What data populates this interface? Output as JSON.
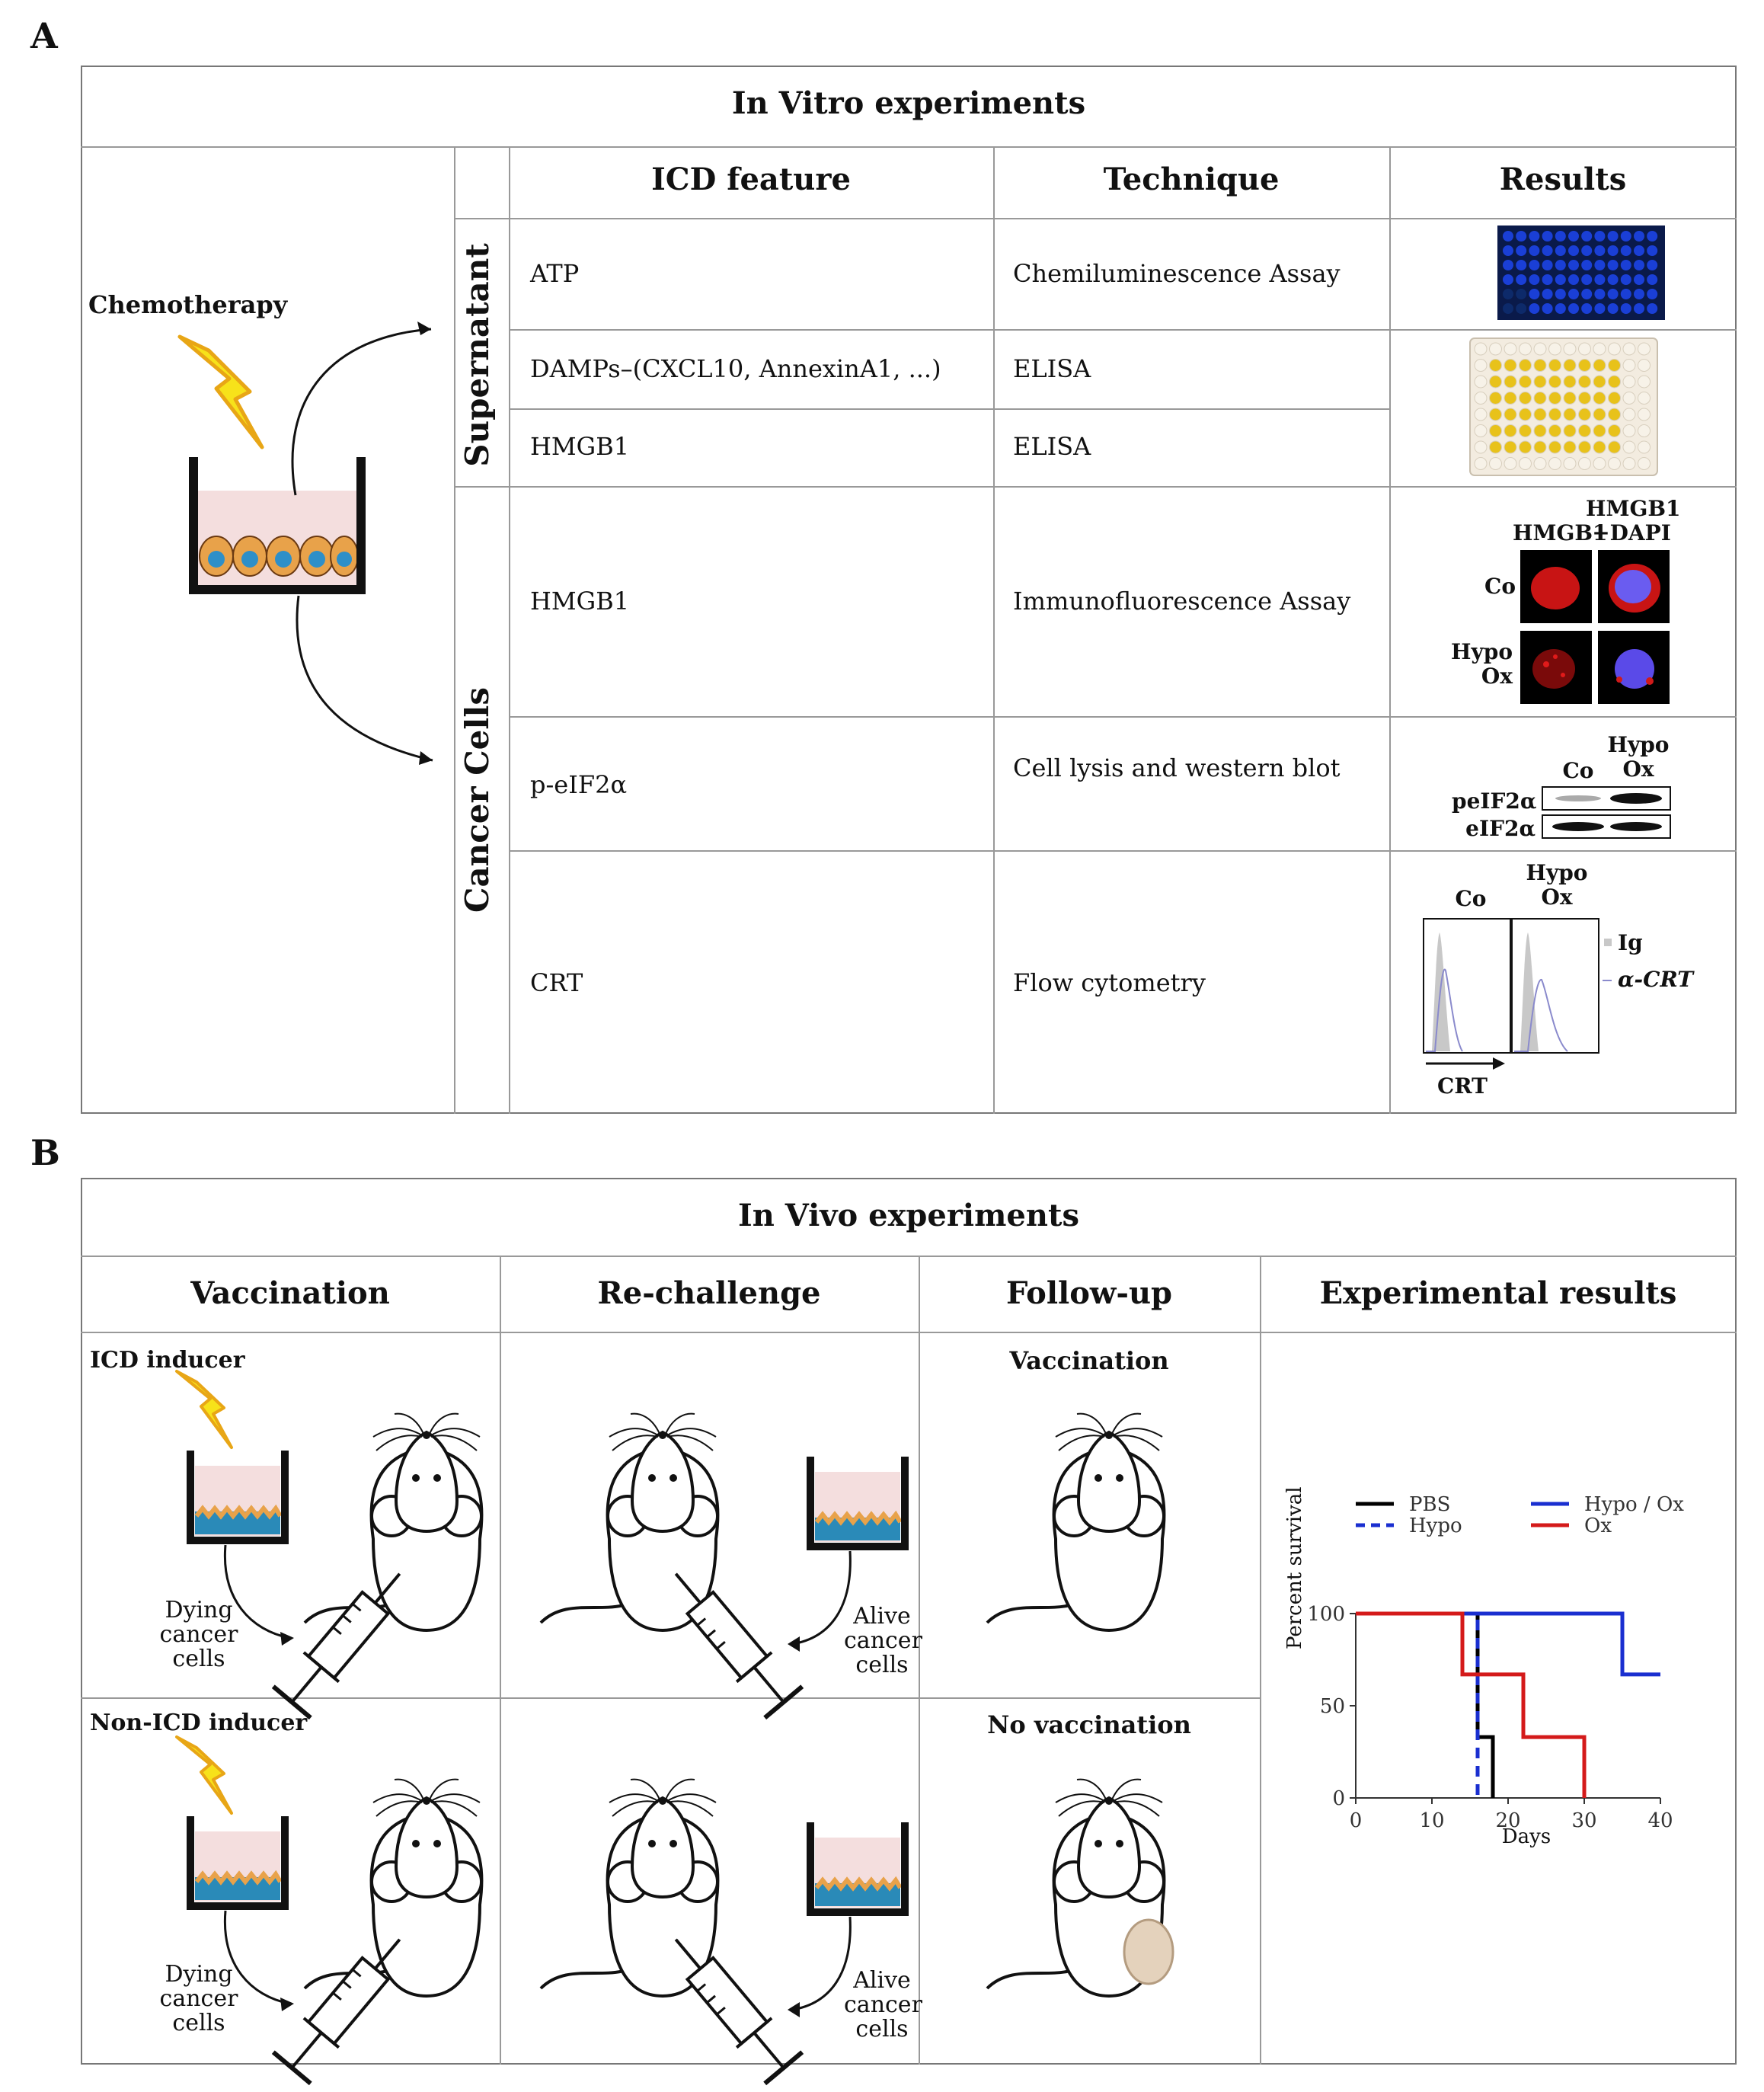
{
  "panel_a": {
    "letter": "A",
    "title": "In Vitro experiments",
    "chemotherapy_label": "Chemotherapy",
    "headers": {
      "feature": "ICD feature",
      "technique": "Technique",
      "results": "Results"
    },
    "groups": {
      "supernatant": "Supernatant",
      "cancer_cells": "Cancer Cells"
    },
    "rows": [
      {
        "feature": "ATP",
        "technique": "Chemiluminescence Assay"
      },
      {
        "feature": "DAMPs–(CXCL10, AnnexinA1, ...)",
        "technique": "ELISA"
      },
      {
        "feature": "HMGB1",
        "technique": "ELISA"
      },
      {
        "feature": "HMGB1",
        "technique": "Immunofluorescence Assay"
      },
      {
        "feature": "p-eIF2α",
        "technique": "Cell lysis and western blot"
      },
      {
        "feature": "CRT",
        "technique": "Flow cytometry"
      }
    ],
    "if_result": {
      "col1": "HMGB1",
      "col2": "HMGB1 +DAPI",
      "row1": "Co",
      "row2": "Hypo Ox"
    },
    "wb_result": {
      "col1": "Co",
      "col2": "Hypo Ox",
      "row1": "peIF2α",
      "row2": "eIF2α"
    },
    "flow_result": {
      "col1": "Co",
      "col2": "Hypo Ox",
      "legend1": "Ig",
      "legend2": "α-CRT",
      "axis": "CRT"
    },
    "colors": {
      "atp_plate": "#1a3fd6",
      "elisa_yellow": "#e8c21a",
      "if_red": "#d21a1a",
      "if_blue": "#4a4ae8"
    }
  },
  "panel_b": {
    "letter": "B",
    "title": "In Vivo experiments",
    "headers": {
      "vaccination": "Vaccination",
      "rechallenge": "Re-challenge",
      "followup": "Follow-up",
      "results": "Experimental results"
    },
    "row1": {
      "inducer": "ICD inducer",
      "dying": "Dying cancer cells",
      "alive": "Alive cancer cells",
      "followup": "Vaccination"
    },
    "row2": {
      "inducer": "Non-ICD inducer",
      "dying": "Dying cancer cells",
      "alive": "Alive cancer cells",
      "followup": "No vaccination"
    },
    "colors": {
      "syringe_icd": "#3b6fc2",
      "syringe_non_icd": "#b43b3b",
      "syringe_alive": "#f7dcc4"
    }
  },
  "chart_data": {
    "type": "line",
    "xlabel": "Days",
    "ylabel": "Percent survival",
    "xlim": [
      0,
      40
    ],
    "ylim": [
      0,
      100
    ],
    "xticks": [
      0,
      10,
      20,
      30,
      40
    ],
    "yticks": [
      0,
      50,
      100
    ],
    "legend_position": "top",
    "series": [
      {
        "name": "PBS",
        "color": "#000000",
        "dash": false,
        "x": [
          0,
          16,
          16,
          18,
          18
        ],
        "y": [
          100,
          100,
          33,
          33,
          0
        ]
      },
      {
        "name": "Hypo",
        "color": "#1a2fd0",
        "dash": true,
        "x": [
          0,
          16,
          16
        ],
        "y": [
          100,
          100,
          0
        ]
      },
      {
        "name": "Hypo / Ox",
        "color": "#1a2fd0",
        "dash": false,
        "x": [
          0,
          35,
          35,
          40
        ],
        "y": [
          100,
          100,
          67,
          67
        ]
      },
      {
        "name": "Ox",
        "color": "#d41a1a",
        "dash": false,
        "x": [
          0,
          14,
          14,
          22,
          22,
          30,
          30
        ],
        "y": [
          100,
          100,
          67,
          67,
          33,
          33,
          0
        ]
      }
    ]
  }
}
